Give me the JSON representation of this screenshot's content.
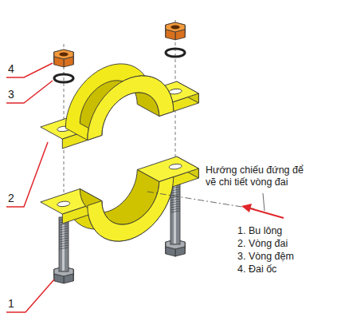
{
  "diagram": {
    "labels": [
      "4",
      "3",
      "2",
      "1",
      "Hướng chiếu đứng để vẽ chi tiết vòng đai",
      "1. Bu lông",
      "2. Vòng đai",
      "3. Vòng đệm",
      "4. Đai ốc"
    ]
  }
}
